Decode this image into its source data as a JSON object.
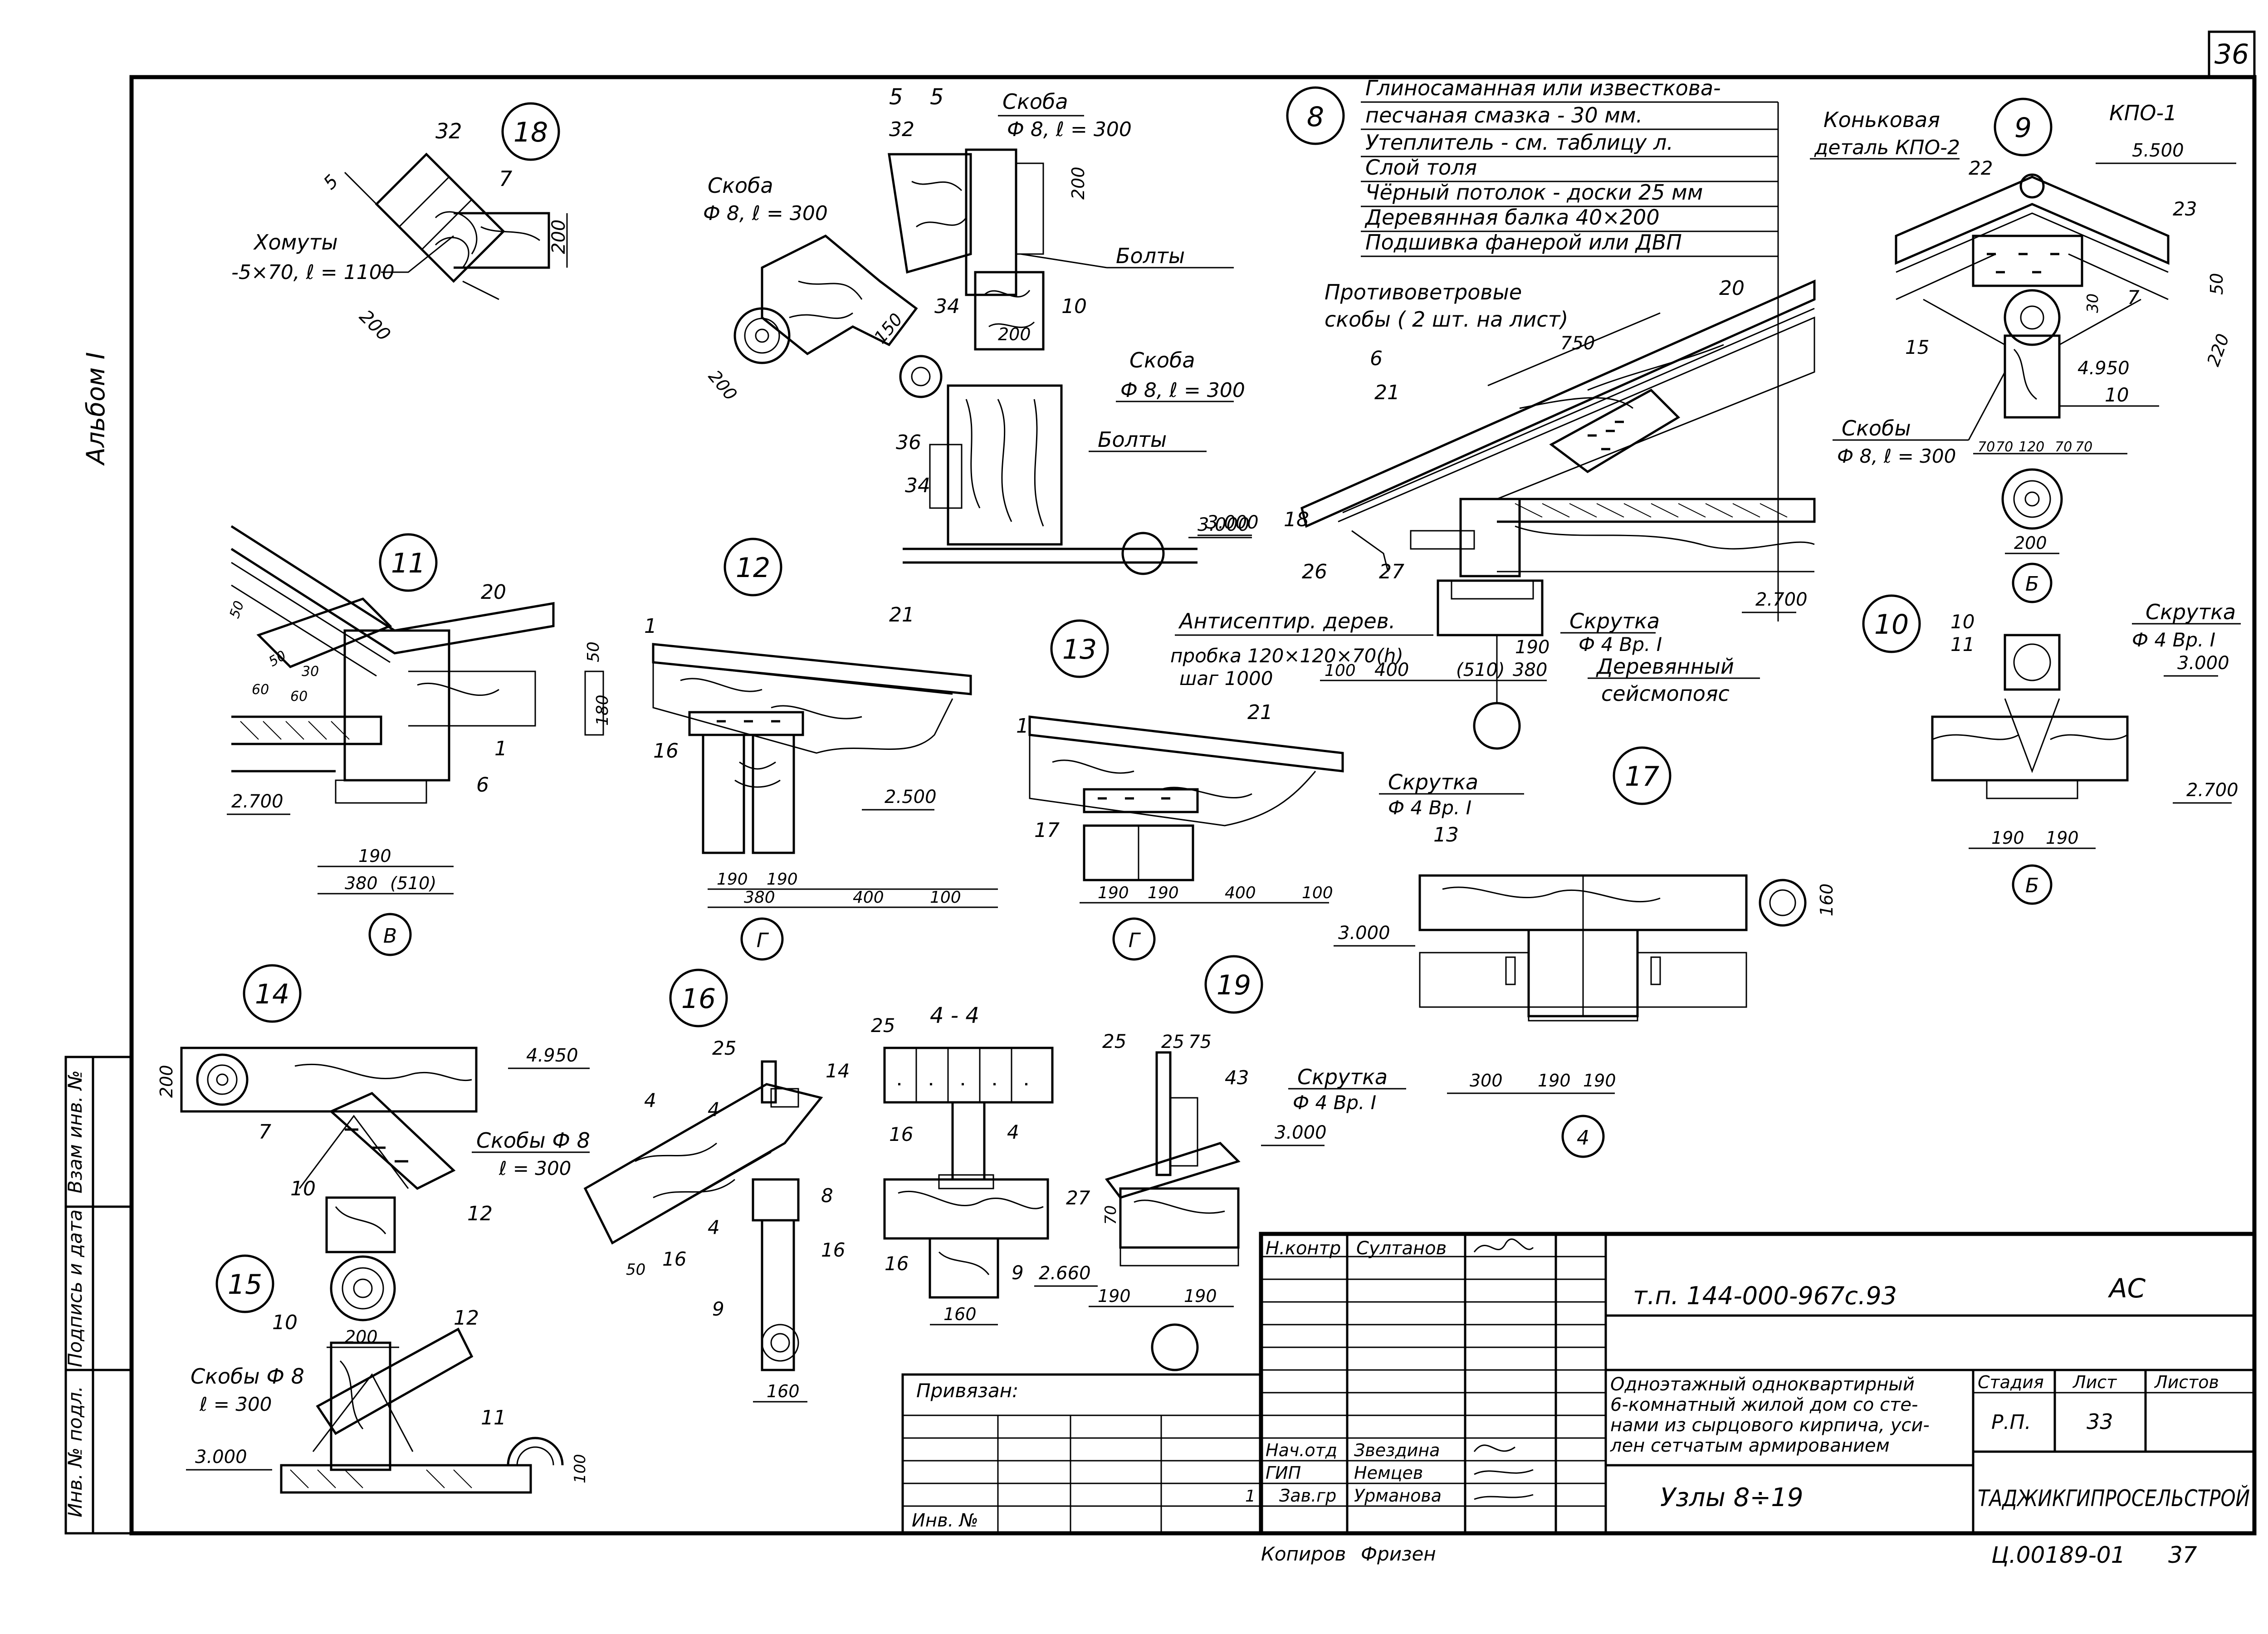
{
  "sheet": {
    "page_number": "36",
    "album": "Альбом I",
    "side_labels": [
      "Взам инв. №",
      "Подпись и дата",
      "Инв. № подл."
    ],
    "bottom_right_code": "Ц.00189-01",
    "bottom_right_page": "37",
    "copied": "Копиров",
    "copier_name": "Фризен"
  },
  "nodes": {
    "n8": "8",
    "n9": "9",
    "n10": "10",
    "n11": "11",
    "n12": "12",
    "n13": "13",
    "n14": "14",
    "n15": "15",
    "n16": "16",
    "n17": "17",
    "n18": "18",
    "n19": "19"
  },
  "node8": {
    "layers": [
      "Глиносаманная или известкова-",
      "песчаная смазка - 30 мм.",
      "Утеплитель - см. таблицу л.",
      "Слой толя",
      "Чёрный потолок - доски 25 мм",
      "Деревянная балка 40×200",
      "Подшивка фанерой или ДВП"
    ],
    "windproof": "Противоветровые",
    "windproof2": "скобы ( 2 шт. на лист)",
    "dim750": "750",
    "label20": "20",
    "label6": "6",
    "label21": "21",
    "label18": "18",
    "label26": "26",
    "label27": "27",
    "antiseptic": "Антисептир. дерев.",
    "plug": "пробка 120×120×70(h)",
    "step": "шаг 1000",
    "twist": "Скрутка",
    "twist_spec": "Ф 4 Вр. I",
    "seismic1": "Деревянный",
    "seismic2": "сейсмопояс",
    "dims": [
      "100",
      "400",
      "(510)",
      "190",
      "380"
    ],
    "level3000": "3.000",
    "level2700": "2.700"
  },
  "node9": {
    "ridge1": "Коньковая",
    "ridge2": "деталь КПО-2",
    "kpo1": "КПО-1",
    "level5500": "5.500",
    "level4950": "4.950",
    "labels": [
      "22",
      "23",
      "7",
      "15",
      "10"
    ],
    "dim50": "50",
    "dim220": "220",
    "dim30": "30",
    "staples": "Скобы",
    "staples_spec": "Ф 8, ℓ = 300",
    "dims": [
      "70",
      "70",
      "120",
      "70",
      "70"
    ],
    "dim200": "200",
    "section": "Б"
  },
  "node10": {
    "labels": [
      "10",
      "11"
    ],
    "twist": "Скрутка",
    "twist_spec": "Ф 4 Вр. I",
    "level3000": "3.000",
    "level2700": "2.700",
    "dims": [
      "190",
      "190"
    ],
    "section": "Б"
  },
  "node18": {
    "label32": "32",
    "label7": "7",
    "clamps": "Хомуты",
    "clamps_spec": "-5×70, ℓ = 1100",
    "dim200a": "200",
    "dim200b": "200",
    "section": "5"
  },
  "node5": {
    "title_a": "5",
    "title_b": "5",
    "staple": "Скоба",
    "staple_spec": "Ф 8, ℓ = 300",
    "label32": "32",
    "label34": "34",
    "label10": "10",
    "bolts": "Болты",
    "dim200v": "200",
    "dim200h": "200",
    "staple2": "Скоба",
    "staple2_spec": "Ф 8, ℓ = 300",
    "dim150": "150",
    "dim200c": "200",
    "staple3": "Скоба",
    "staple3_spec": "Ф 8, ℓ = 300",
    "label36": "36",
    "label34b": "34",
    "bolts2": "Болты",
    "level3000": "3.000"
  },
  "node11": {
    "labels": [
      "20",
      "1",
      "6"
    ],
    "dims_small": [
      "50",
      "50",
      "60",
      "60",
      "30"
    ],
    "level2700": "2.700",
    "dims": [
      "190",
      "380",
      "(510)"
    ],
    "section": "В"
  },
  "node12": {
    "labels": [
      "1",
      "21",
      "16"
    ],
    "dim50": "50",
    "dim180": "180",
    "level2500": "2.500",
    "dims": [
      "190",
      "190",
      "380",
      "400",
      "100"
    ],
    "section": "Г"
  },
  "node13": {
    "labels": [
      "1",
      "21",
      "17"
    ],
    "dims": [
      "190",
      "190",
      "400",
      "100"
    ],
    "section": "Г"
  },
  "node17": {
    "twist": "Скрутка",
    "twist_spec": "Ф 4 Вр. I",
    "label13": "13",
    "level3000": "3.000",
    "dim160": "160",
    "dims": [
      "300",
      "190",
      "190"
    ],
    "section": "4"
  },
  "node14": {
    "dim200": "200",
    "level4950": "4.950",
    "labels": [
      "7",
      "10",
      "12"
    ],
    "staples": "Скобы Ф 8",
    "staples_spec": "ℓ = 300",
    "dim200b": "200"
  },
  "node15": {
    "labels": [
      "10",
      "12",
      "11"
    ],
    "staples": "Скобы Ф 8",
    "staples_spec": "ℓ = 300",
    "level3000": "3.000",
    "dim100": "100"
  },
  "node16": {
    "labels": [
      "25",
      "14",
      "4",
      "8",
      "16",
      "16",
      "9"
    ],
    "section_mark": "4",
    "dim50": "50",
    "dim160": "160"
  },
  "node44": {
    "title": "4 - 4",
    "labels": [
      "25",
      "16",
      "4",
      "16",
      "9"
    ],
    "dim160": "160"
  },
  "node19": {
    "labels": [
      "25",
      "25",
      "75",
      "43",
      "27"
    ],
    "twist": "Скрутка",
    "twist_spec": "Ф 4 Вр. I",
    "level3000": "3.000",
    "dim70": "70",
    "level2660": "2.660",
    "dims": [
      "190",
      "190"
    ]
  },
  "stamp": {
    "nkontr_label": "Н.контр",
    "nkontr_name": "Султанов",
    "project": "т.п. 144-000-967с.93",
    "mark": "АС",
    "attached": "Привязан:",
    "inv": "Инв. №",
    "description": [
      "Одноэтажный одноквартирный",
      "6-комнатный жилой дом со сте-",
      "нами из сырцового кирпича, уси-",
      "лен сетчатым армированием"
    ],
    "stage_label": "Стадия",
    "sheet_label": "Лист",
    "sheets_label": "Листов",
    "stage": "Р.П.",
    "sheet_no": "33",
    "title": "Узлы 8÷19",
    "org": "ТАДЖИКГИПРОСЕЛЬСТРОЙ",
    "roles": [
      {
        "role": "Нач.отд",
        "name": "Звездина"
      },
      {
        "role": "ГИП",
        "name": "Немцев"
      },
      {
        "role": "Зав.гр",
        "name": "Урманова"
      }
    ],
    "row_num": "1"
  }
}
